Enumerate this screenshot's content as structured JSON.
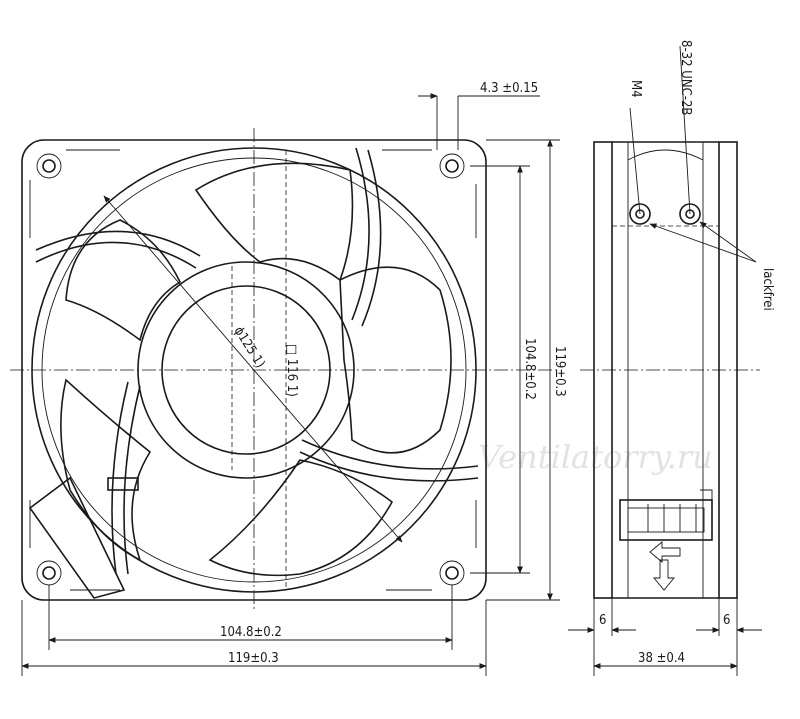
{
  "front_view": {
    "dim_width_inner": "104.8±0.2",
    "dim_width_outer": "119±0.3",
    "dim_height_inner": "104.8±0.2",
    "dim_height_outer": "119±0.3",
    "dim_hole_flange": "4.3 ±0.15",
    "dim_diameter": "ϕ125 1)",
    "dim_square": "□ 116 1)"
  },
  "side_view": {
    "label_m4": "M4",
    "label_unc": "8-32 UNC-2B",
    "label_lackfrei": "lackfrei",
    "dim_depth": "38 ±0.4",
    "dim_left_flange": "6",
    "dim_right_flange": "6"
  },
  "watermark": "Ventilatorry.ru"
}
